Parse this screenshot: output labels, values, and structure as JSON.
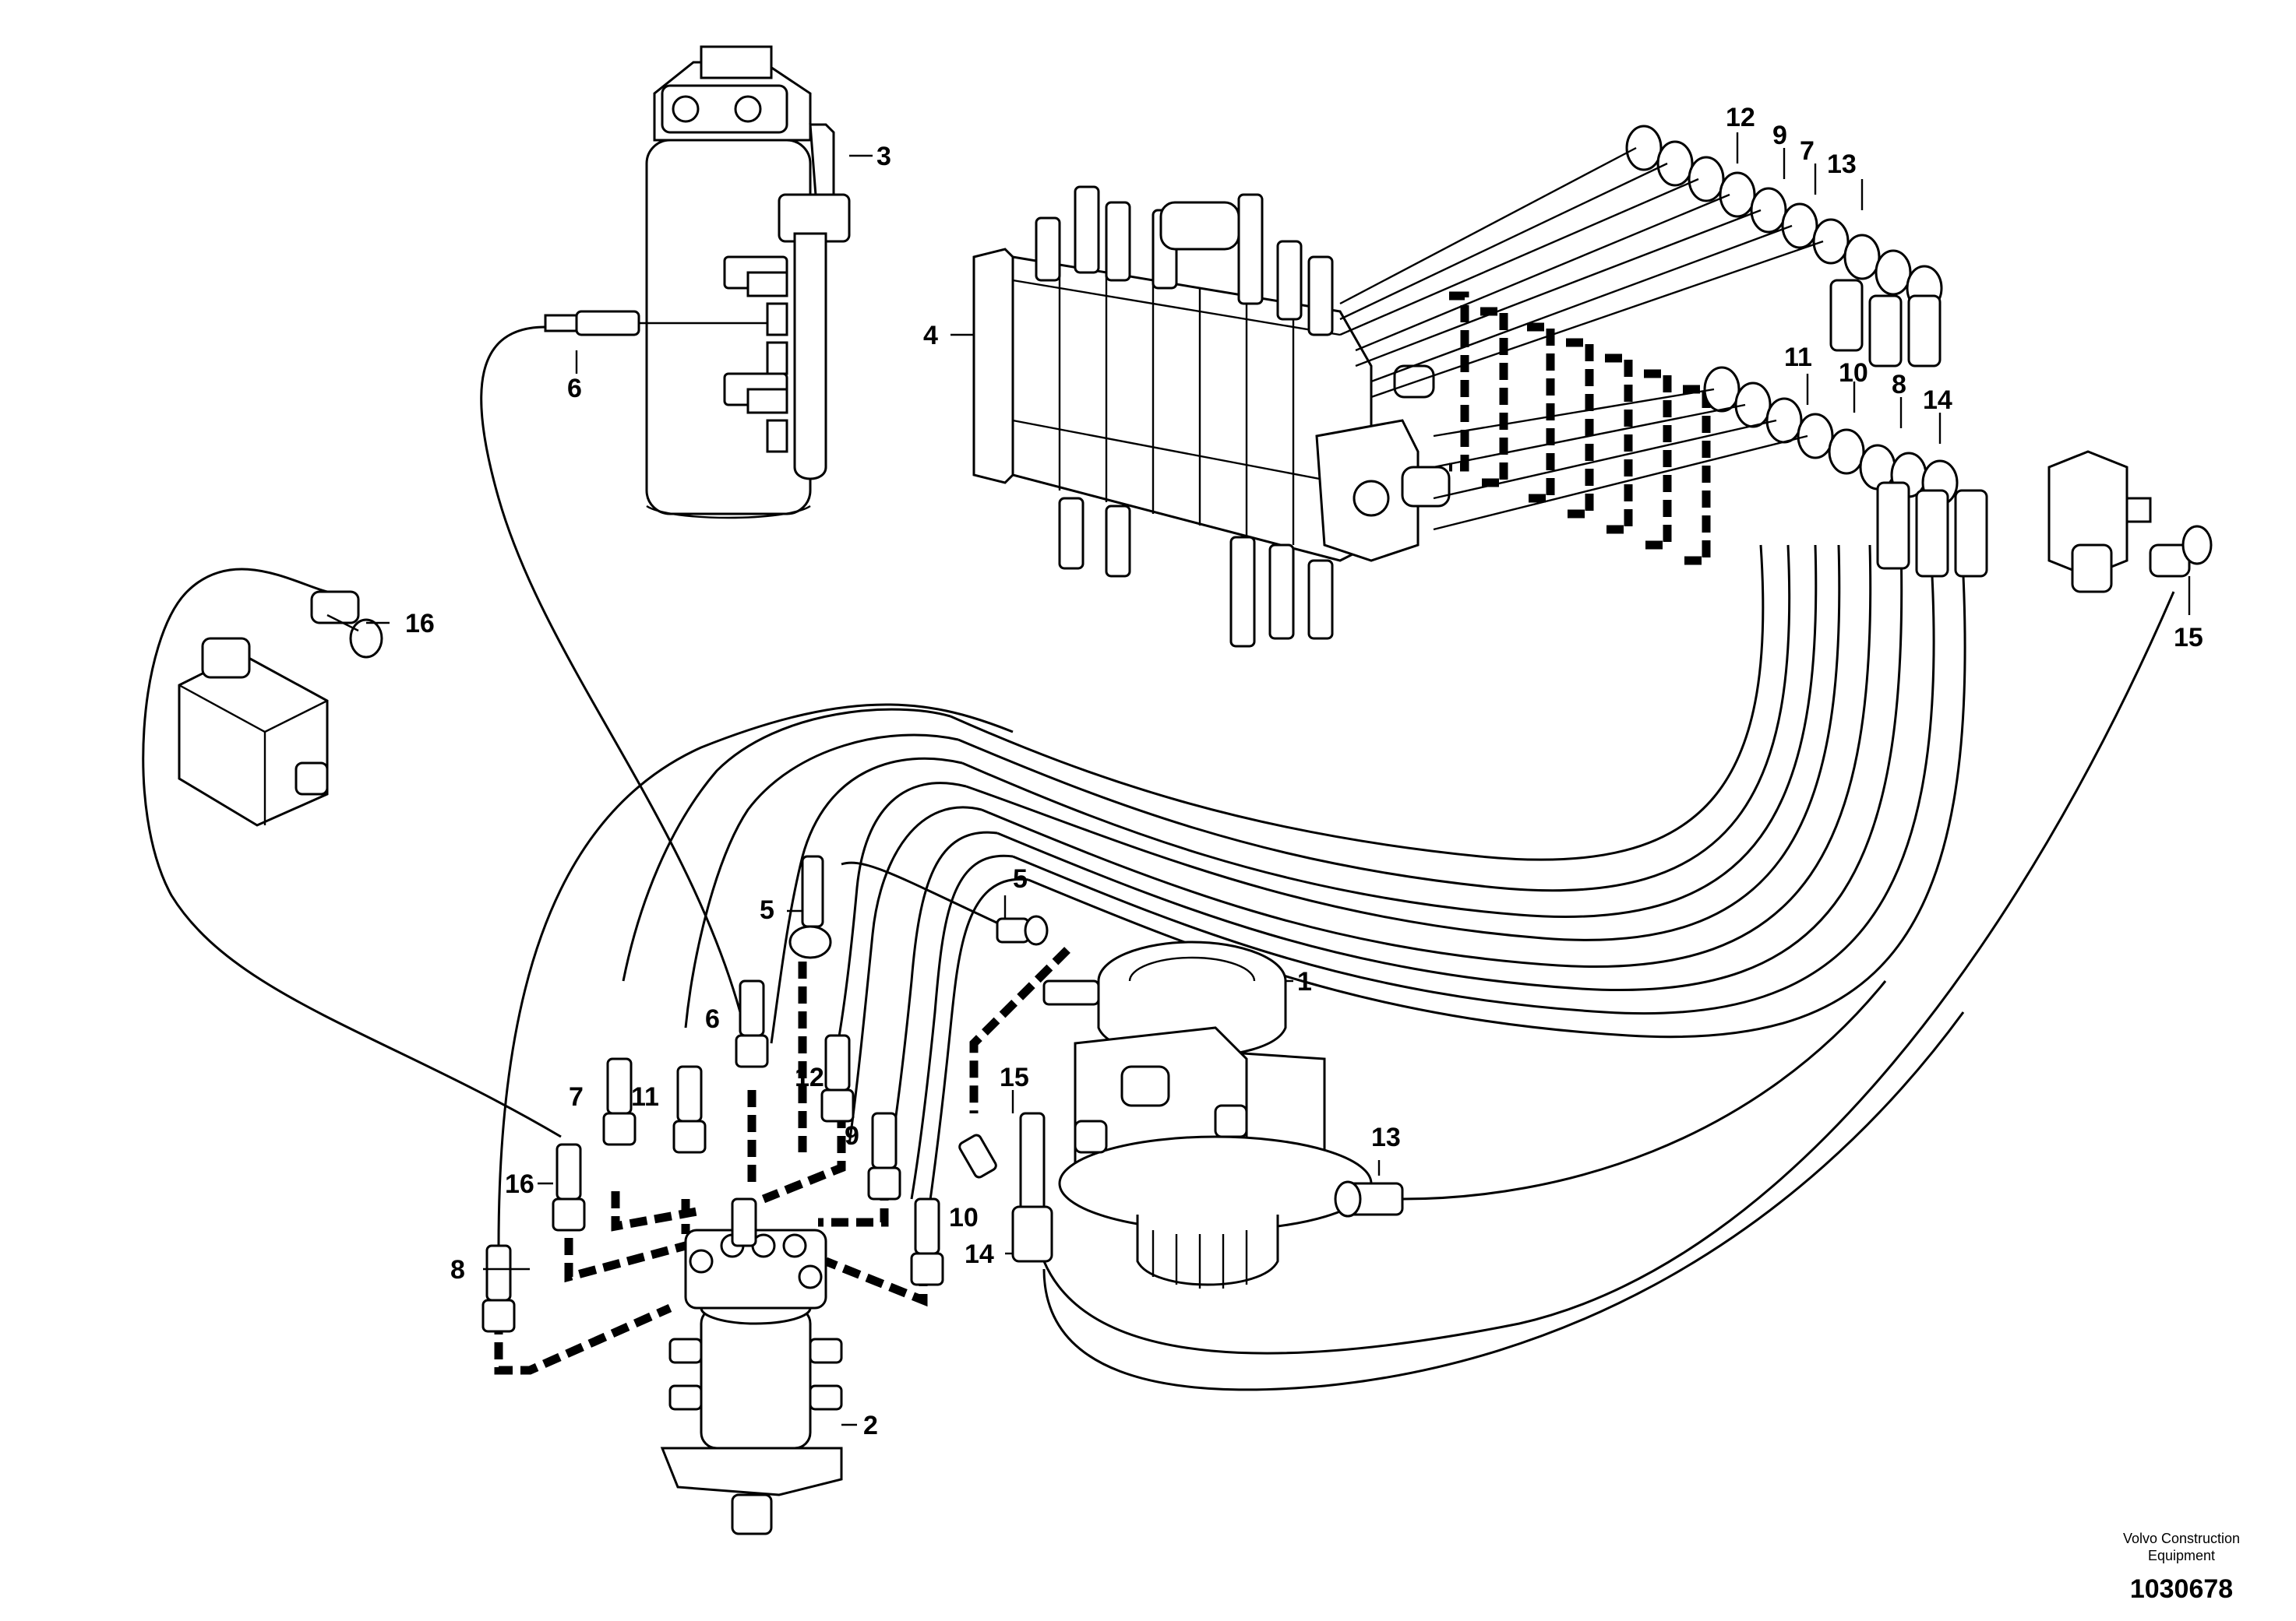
{
  "diagram": {
    "callouts": {
      "c1": "1",
      "c2": "2",
      "c3": "3",
      "c4": "4",
      "c5a": "5",
      "c5b": "5",
      "c6a": "6",
      "c6b": "6",
      "c7a": "7",
      "c7b": "7",
      "c8a": "8",
      "c8b": "8",
      "c9a": "9",
      "c9b": "9",
      "c10a": "10",
      "c10b": "10",
      "c11a": "11",
      "c11b": "11",
      "c12a": "12",
      "c12b": "12",
      "c13a": "13",
      "c13b": "13",
      "c14a": "14",
      "c14b": "14",
      "c15a": "15",
      "c15b": "15",
      "c16a": "16",
      "c16b": "16"
    }
  },
  "footer": {
    "brand_line1": "Volvo Construction",
    "brand_line2": "Equipment",
    "part_number": "1030678"
  }
}
